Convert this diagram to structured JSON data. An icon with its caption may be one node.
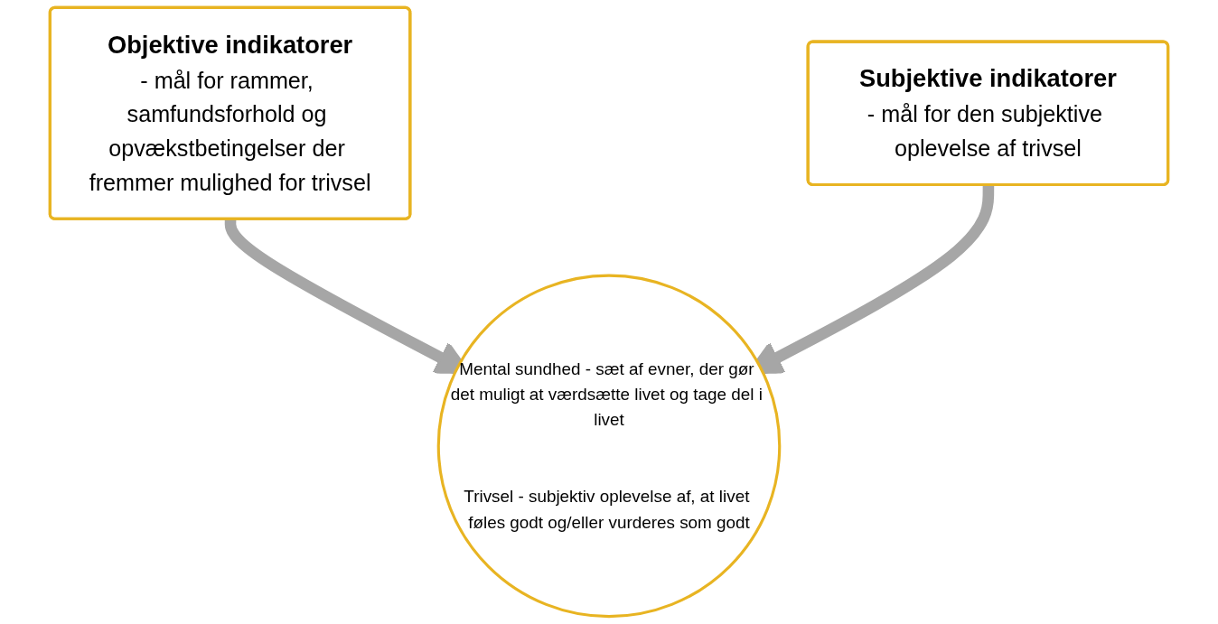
{
  "diagram": {
    "nodes": [
      {
        "text": [
          "Objektive indikatorer",
          "- mål for rammer, samfundsforhold og opvækstbetingelser der fremmer mulighed for trivsel"
        ]
      },
      {
        "text": [
          "Subjektive indikatorer",
          "- mål for den subjektive oplevelse af trivsel"
        ]
      },
      {
        "text": [
          "Mental sundhed - sæt af evner, der gør det muligt at værdsætte livet og tage del i livet",
          "Trivsel - subjektiv oplevelse af, at livet føles godt og/eller vurderes som godt"
        ]
      }
    ],
    "edges": [
      {
        "from": 0,
        "to": 2,
        "arrow": "to"
      },
      {
        "from": 1,
        "to": 2,
        "arrow": "to"
      }
    ]
  }
}
